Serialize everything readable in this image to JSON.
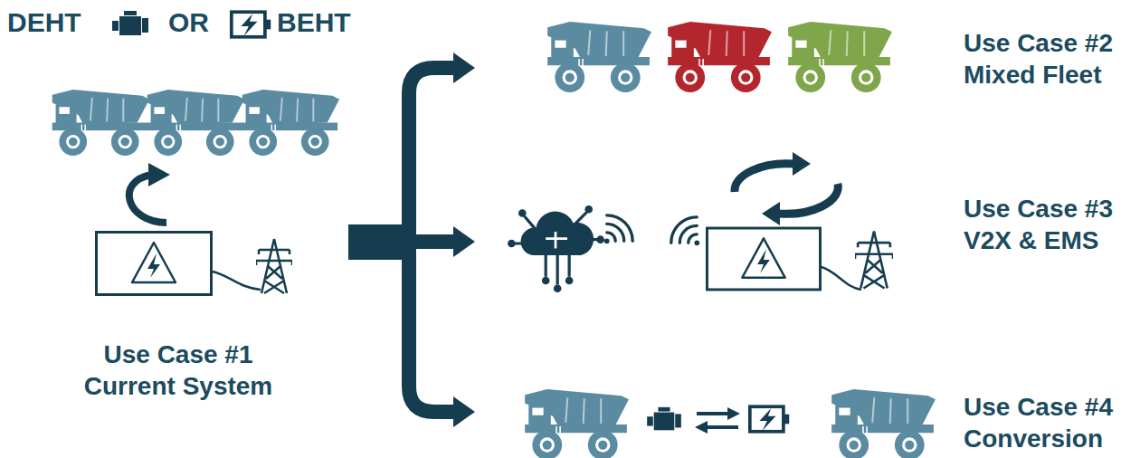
{
  "diagram": {
    "nodes": [
      {
        "text": [
          "Use Case #1 Current System"
        ]
      },
      {
        "text": [
          "Use Case #2 Mixed Fleet"
        ]
      },
      {
        "text": [
          "Use Case #3 V2X & EMS"
        ]
      },
      {
        "text": [
          "Use Case #4 Conversion"
        ]
      }
    ],
    "edges": [
      {
        "from": 0,
        "to": 1,
        "arrow": "to"
      },
      {
        "from": 0,
        "to": 2,
        "arrow": "to"
      },
      {
        "from": 0,
        "to": 3,
        "arrow": "to"
      }
    ],
    "labels": [
      "DEHT",
      "OR",
      "BEHT"
    ]
  }
}
